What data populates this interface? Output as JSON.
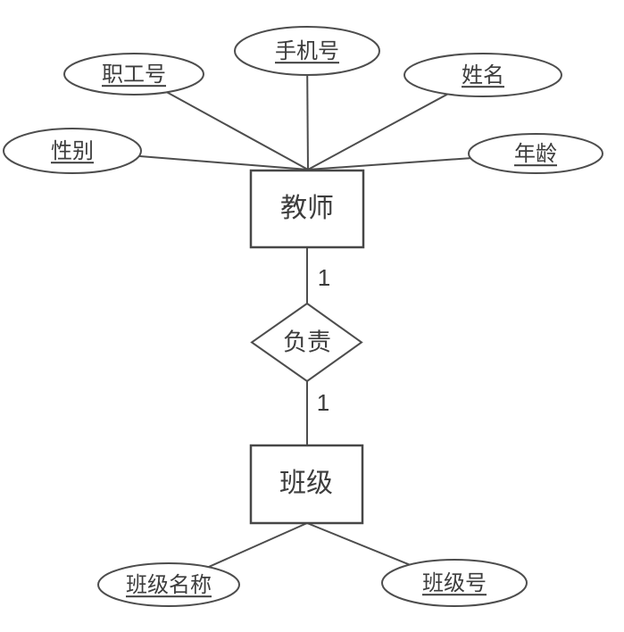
{
  "diagram": {
    "kind": "er-diagram",
    "colors": {
      "stroke": "#4d4d4d",
      "text": "#3d3d3d",
      "background": "#ffffff"
    },
    "entities": {
      "teacher": {
        "label": "教师"
      },
      "class": {
        "label": "班级"
      }
    },
    "relationship": {
      "label": "负责"
    },
    "attributes": {
      "employee_no": {
        "label": "职工号",
        "underlined": true,
        "owner": "teacher"
      },
      "phone_no": {
        "label": "手机号",
        "underlined": true,
        "owner": "teacher"
      },
      "name": {
        "label": "姓名",
        "underlined": true,
        "owner": "teacher"
      },
      "gender": {
        "label": "性别",
        "underlined": true,
        "owner": "teacher"
      },
      "age": {
        "label": "年龄",
        "underlined": true,
        "owner": "teacher"
      },
      "class_name": {
        "label": "班级名称",
        "underlined": true,
        "owner": "class"
      },
      "class_no": {
        "label": "班级号",
        "underlined": true,
        "owner": "class"
      }
    },
    "cardinality": {
      "teacher_side": "1",
      "class_side": "1"
    }
  }
}
